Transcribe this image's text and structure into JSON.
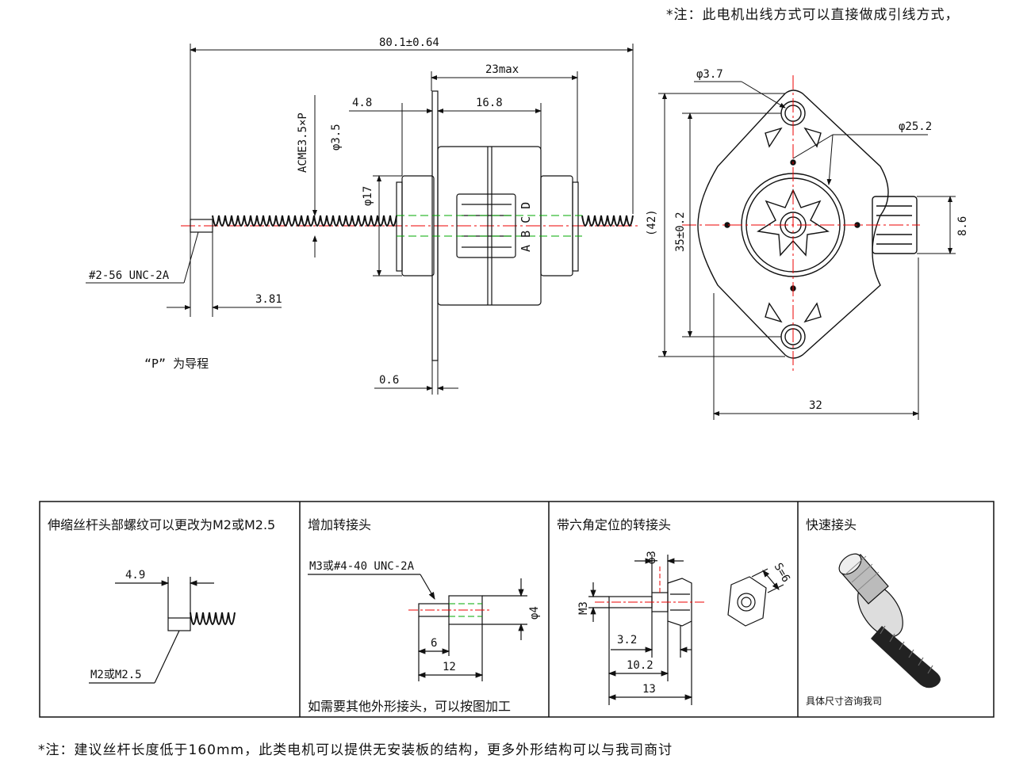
{
  "top_note": "*注：此电机出线方式可以直接做成引线方式，",
  "bottom_note": "*注：建议丝杆长度低于160mm，此类电机可以提供无安装板的结构，更多外形结构可以与我司商讨",
  "side_view": {
    "overall_length": "80.1±0.64",
    "body_max": "23max",
    "dim_48": "4.8",
    "dim_168": "16.8",
    "acme": "ACME3.5×P",
    "phi35": "φ3.5",
    "phi17": "φ17",
    "thread": "#2-56 UNC-2A",
    "dim_381": "3.81",
    "plate": "0.6",
    "lead_note": "“P” 为导程",
    "phases": "A B C D"
  },
  "front_view": {
    "phi37": "φ3.7",
    "phi252": "φ25.2",
    "height42": "(42)",
    "hole_spacing": "35±0.2",
    "dim_86": "8.6",
    "width32": "32"
  },
  "options": {
    "cell1": {
      "title": "伸缩丝杆头部螺纹可以更改为M2或M2.5",
      "dim": "4.9",
      "label": "M2或M2.5"
    },
    "cell2": {
      "title": "增加转接头",
      "thread": "M3或#4-40 UNC-2A",
      "phi4": "φ4",
      "dim6": "6",
      "dim12": "12",
      "footer": "如需要其他外形接头，可以按图加工"
    },
    "cell3": {
      "title": "带六角定位的转接头",
      "phi3": "φ3",
      "m3": "M3",
      "dim32": "3.2",
      "dim102": "10.2",
      "dim13": "13",
      "s6": "S=6"
    },
    "cell4": {
      "title": "快速接头",
      "footer": "具体尺寸咨询我司"
    }
  }
}
